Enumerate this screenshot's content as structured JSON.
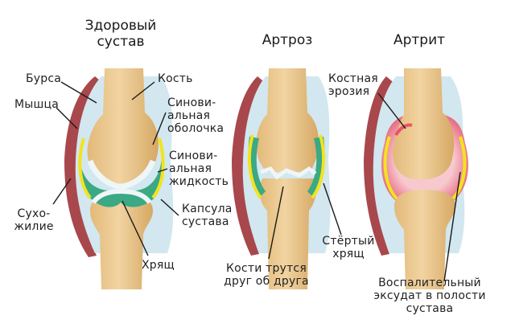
{
  "titles": {
    "healthy": "Здоровый\nсустав",
    "arthrosis": "Артроз",
    "arthritis": "Артрит"
  },
  "labels": {
    "bursa": "Бурса",
    "muscle": "Мышца",
    "tendon": "Сухо-\nжилие",
    "bone": "Кость",
    "synovial_membrane": "Синови-\nальная\nоболочка",
    "synovial_fluid": "Синови-\nальная\nжидкость",
    "joint_capsule": "Капсула\nсустава",
    "cartilage": "Хрящ",
    "bones_rub": "Кости трутся\nдруг об друга",
    "worn_cartilage": "Стёртый\nхрящ",
    "bone_erosion": "Костная\nэрозия",
    "exudate": "Воспалительный\nэксудат в полости\nсустава"
  },
  "colors": {
    "bone": "#ecc98e",
    "bone_shade": "#d9ad67",
    "capsule": "#d2e7ef",
    "synovial_fluid": "#3aa984",
    "membrane": "#f3e31e",
    "cartilage": "#eef6f8",
    "muscle": "#a8484c",
    "inflamed": "#e8556a",
    "leader": "#1a1a1a"
  }
}
